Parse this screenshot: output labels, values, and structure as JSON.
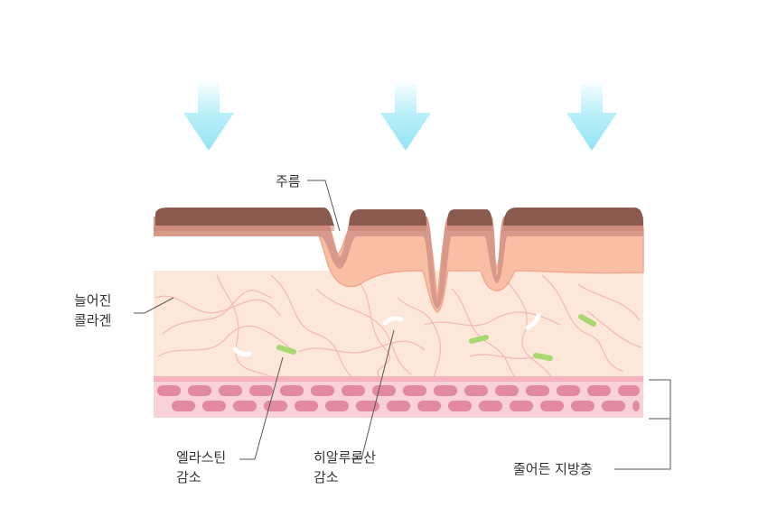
{
  "labels": {
    "wrinkle": "주름",
    "collagen": [
      "늘어진",
      "콜라겐"
    ],
    "elastin": [
      "엘라스틴",
      "감소"
    ],
    "hyaluronic": [
      "히알루론산",
      "감소"
    ],
    "fat_layer": "줄어든 지방층"
  },
  "colors": {
    "arrow": "#9be7f4",
    "epidermis_dark": "#8c5b50",
    "epidermis_mid": "#d5988b",
    "epidermis_light": "#f4b79b",
    "dermis": "#fde6da",
    "fiber": "#f2b5b2",
    "elastin": "#a7d96d",
    "fat_band": "#f0a4b2",
    "fat_cell": "#e48aa0"
  }
}
